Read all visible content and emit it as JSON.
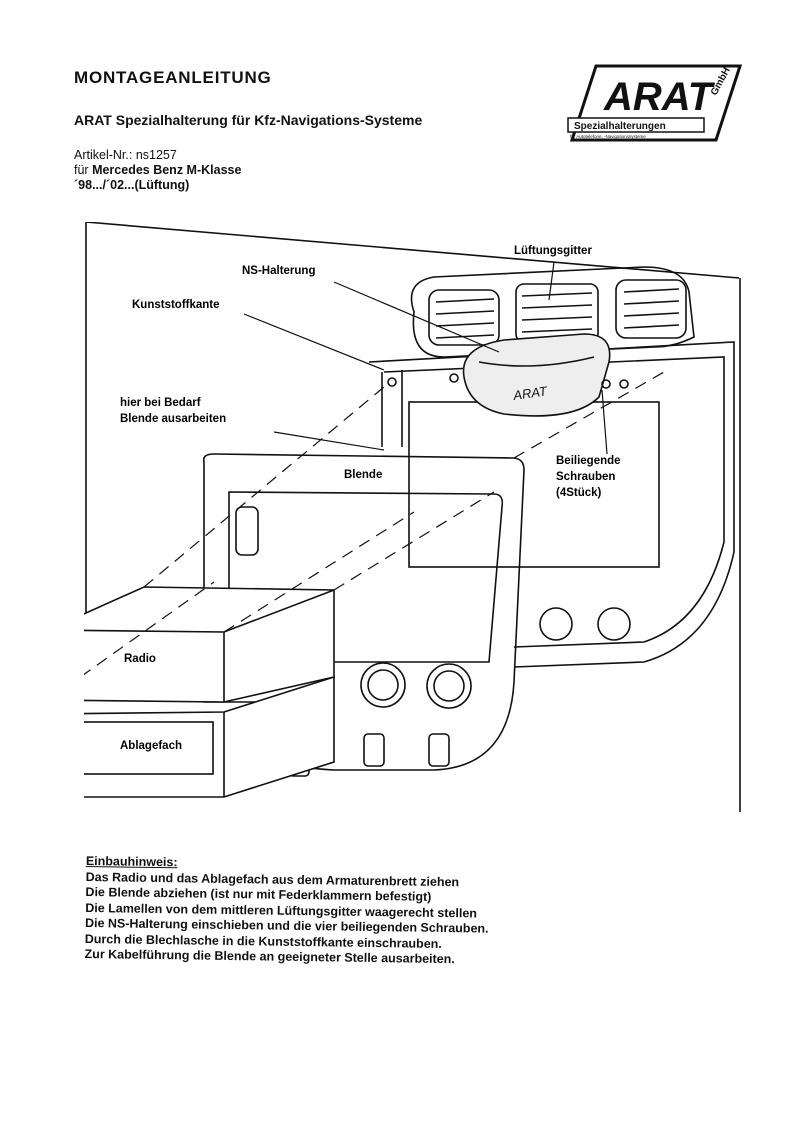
{
  "header": {
    "title": "MONTAGEANLEITUNG",
    "subtitle": "ARAT Spezialhalterung für Kfz-Navigations-Systeme",
    "article_prefix": "Artikel-Nr.: ",
    "article_number": "ns1257",
    "vehicle_prefix": "für ",
    "vehicle": "Mercedes Benz M-Klasse",
    "years": "´98.../´02...(Lüftung)"
  },
  "logo": {
    "brand": "ARAT",
    "suffix": "GmbH",
    "tagline": "Spezialhalterungen",
    "small_text": "für Autotelefone, -Navigationssysteme"
  },
  "drawing_labels": {
    "lueftungsgitter": "Lüftungsgitter",
    "ns_halterung": "NS-Halterung",
    "kunststoffkante": "Kunststoffkante",
    "bedarf_line1": "hier bei Bedarf",
    "bedarf_line2": "Blende ausarbeiten",
    "blende": "Blende",
    "schrauben_line1": "Beiliegende",
    "schrauben_line2": "Schrauben",
    "schrauben_line3": "(4Stück)",
    "radio": "Radio",
    "ablagefach": "Ablagefach",
    "bracket_brand": "ARAT"
  },
  "instructions": {
    "heading": "Einbauhinweis:",
    "lines": [
      "Das Radio und das Ablagefach aus dem Armaturenbrett ziehen",
      "Die Blende abziehen (ist nur mit Federklammern befestigt)",
      "Die Lamellen von dem mittleren Lüftungsgitter waagerecht stellen",
      "Die NS-Halterung einschieben und die vier beiliegenden Schrauben.",
      "Durch die Blechlasche in die Kunststoffkante einschrauben.",
      "Zur Kabelführung die Blende an geeigneter Stelle ausarbeiten."
    ]
  }
}
